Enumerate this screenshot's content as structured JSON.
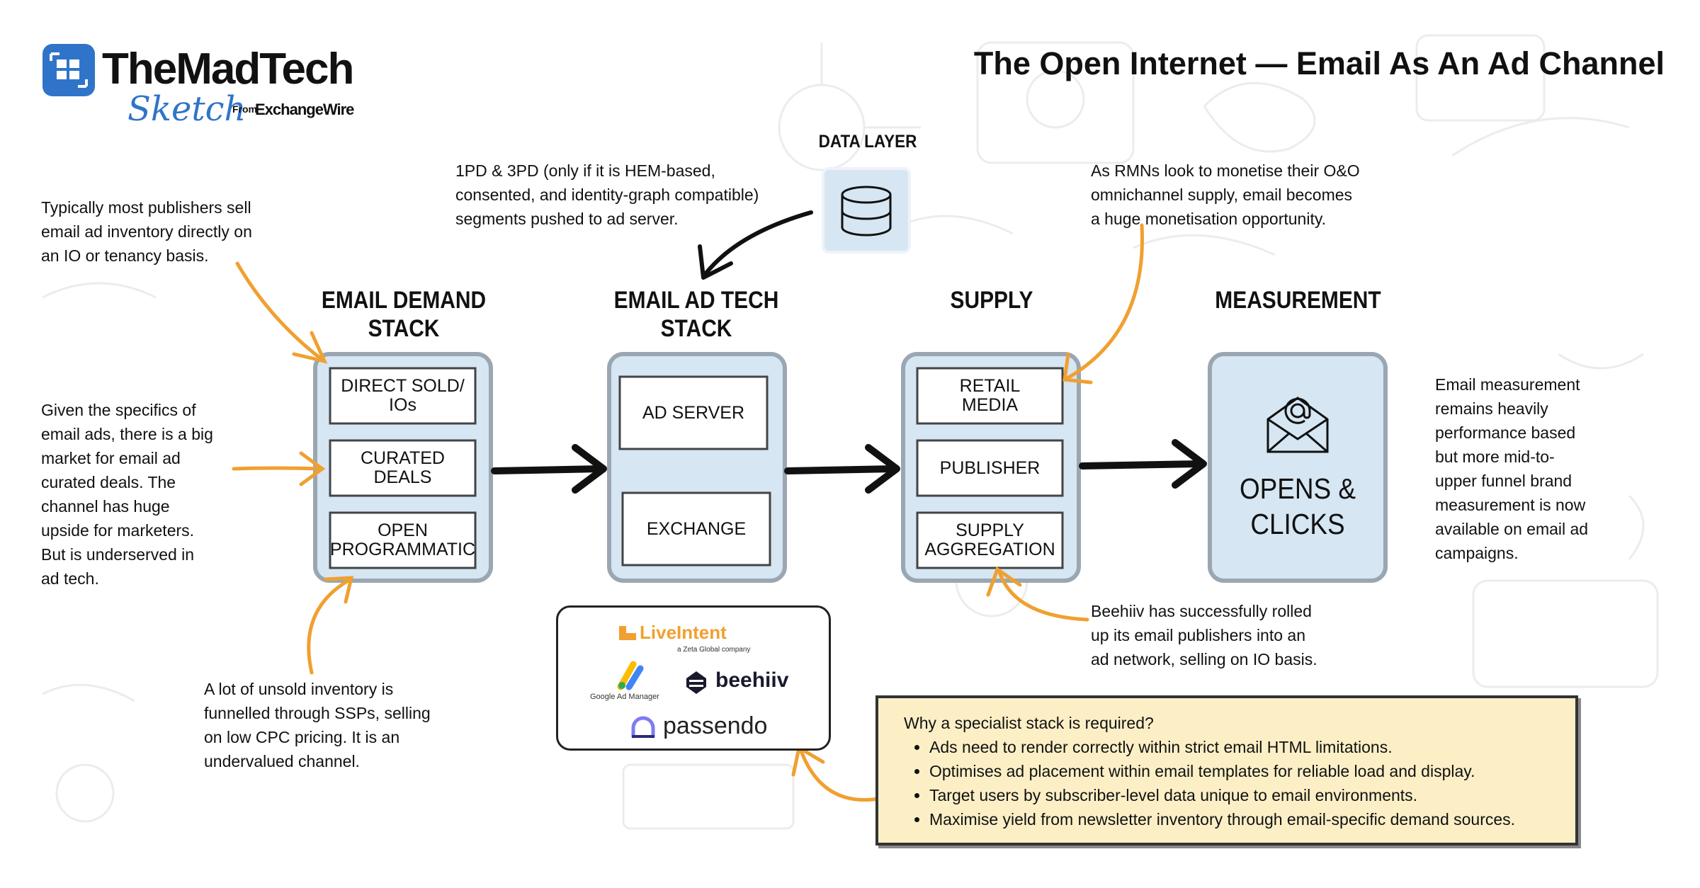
{
  "header": {
    "logo_primary": "TheMadTech",
    "logo_secondary": "Sketch",
    "logo_from": "From",
    "logo_partner": "ExchangeWire",
    "title": "The Open Internet — Email As An Ad Channel"
  },
  "data_layer": {
    "label": "DATA LAYER",
    "icon": "database-icon"
  },
  "stacks": {
    "demand": {
      "heading_line1": "EMAIL DEMAND",
      "heading_line2": "STACK",
      "items": [
        {
          "line1": "DIRECT SOLD/",
          "line2": "IOs"
        },
        {
          "line1": "CURATED",
          "line2": "DEALS"
        },
        {
          "line1": "OPEN",
          "line2": "PROGRAMMATIC"
        }
      ]
    },
    "ad_tech": {
      "heading_line1": "EMAIL AD TECH",
      "heading_line2": "STACK",
      "items": [
        "AD SERVER",
        "EXCHANGE"
      ]
    },
    "supply": {
      "heading": "SUPPLY",
      "items": [
        {
          "line1": "RETAIL",
          "line2": "MEDIA"
        },
        {
          "line1": "PUBLISHER",
          "line2": ""
        },
        {
          "line1": "SUPPLY",
          "line2": "AGGREGATION"
        }
      ]
    },
    "measurement": {
      "heading": "MEASUREMENT",
      "label_line1": "OPENS &",
      "label_line2": "CLICKS",
      "icon": "envelope-at-icon"
    }
  },
  "notes": {
    "publishers": [
      "Typically most publishers sell",
      "email ad inventory directly on",
      "an IO or tenancy basis."
    ],
    "curated": [
      "Given the specifics of",
      "email ads, there is a big",
      "market for email ad",
      "curated deals. The",
      "channel has huge",
      "upside for marketers.",
      "But is underserved in",
      "ad tech."
    ],
    "unsold": [
      "A lot of unsold inventory is",
      "funnelled through SSPs, selling",
      "on low CPC pricing. It is an",
      "undervalued channel."
    ],
    "segments": [
      "1PD & 3PD (only if it is HEM-based,",
      "consented, and identity-graph compatible)",
      "segments pushed to ad server."
    ],
    "rmn": [
      "As RMNs look to monetise their O&O",
      "omnichannel supply, email becomes",
      "a huge monetisation opportunity."
    ],
    "beehiiv": [
      "Beehiiv has successfully rolled",
      "up its email publishers into an",
      "ad network, selling on IO basis."
    ],
    "measurement": [
      "Email measurement",
      "remains heavily",
      "performance based",
      "but more mid-to-",
      "upper funnel brand",
      "measurement is now",
      "available on email ad",
      "campaigns."
    ]
  },
  "vendors": {
    "liveintent": "LiveIntent",
    "liveintent_sub": "a Zeta Global company",
    "gam": "Google Ad Manager",
    "beehiiv": "beehiiv",
    "passendo": "passendo"
  },
  "specialist": {
    "title": "Why a specialist stack is required?",
    "bullets": [
      "Ads need to render correctly within strict email HTML limitations.",
      "Optimises ad placement within email templates for reliable load and display.",
      "Target users by subscriber-level data unique to email environments.",
      "Maximise yield from newsletter inventory through email-specific demand sources."
    ]
  },
  "colors": {
    "box_fill": "#d6e6f2",
    "box_border": "#9aa7b2",
    "arrow_orange": "#f0a030",
    "arrow_black": "#111111",
    "note_fill": "#fcefc6",
    "brand_blue": "#2f74c8"
  }
}
